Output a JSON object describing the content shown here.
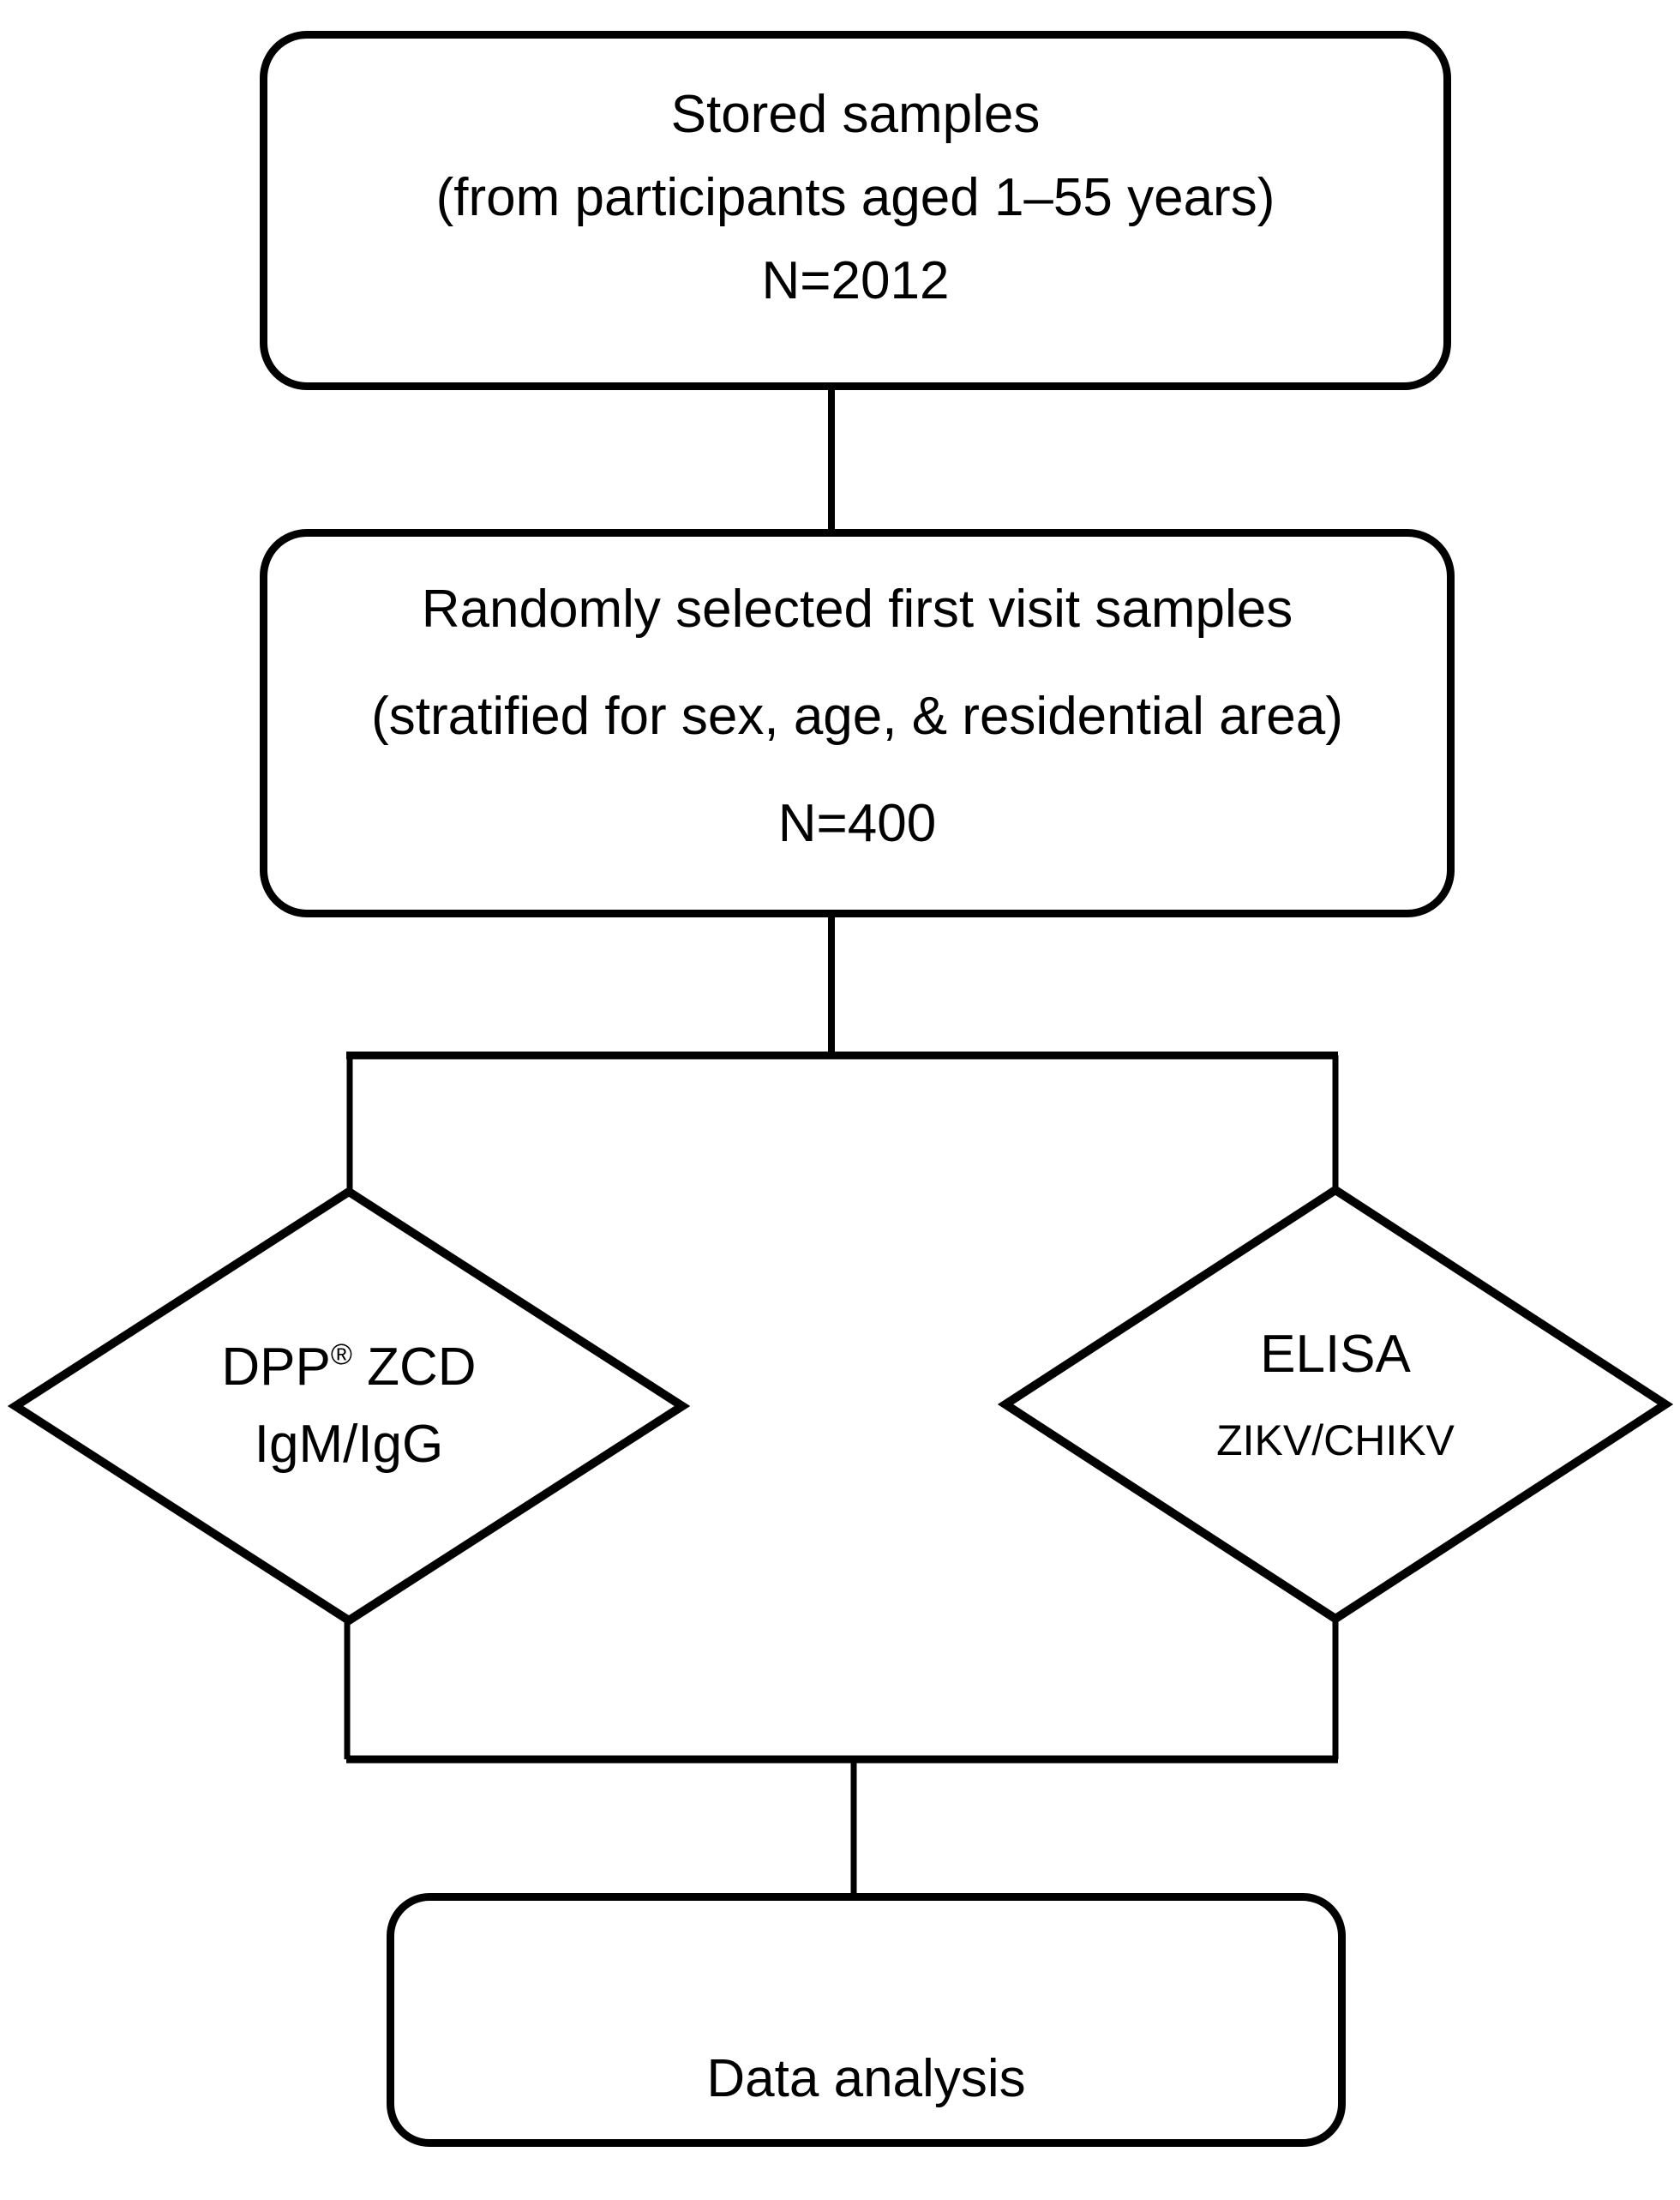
{
  "figure": {
    "background_color": "#ffffff",
    "stroke_color": "#000000",
    "shape_fill": "#ffffff"
  },
  "flow": {
    "stored": {
      "line1": "Stored samples",
      "line2": "(from participants aged 1–55 years)",
      "line3": "N=2012"
    },
    "selected": {
      "line1": "Randomly selected first visit samples",
      "line2": "(stratified for sex, age, & residential area)",
      "line3": "N=400"
    },
    "dpp_diamond": {
      "name": "DPP",
      "reg": "®",
      "suffix": " ZCD",
      "line2": "IgM/IgG"
    },
    "elisa_diamond": {
      "line1": "ELISA",
      "line2": "ZIKV/CHIKV"
    },
    "analysis": {
      "line1": "Data analysis"
    }
  }
}
